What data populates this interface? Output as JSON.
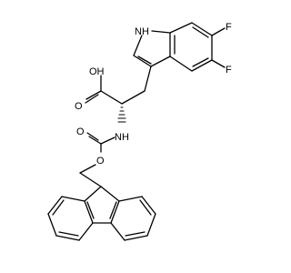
{
  "labels": {
    "oh": "OH",
    "o_carbonyl_acid": "O",
    "nh_amide": "NH",
    "o_carbonyl_carbamate": "O",
    "o_ester": "O",
    "nh_indole": "NH",
    "f_top": "F",
    "f_bottom": "F"
  },
  "colors": {
    "bond": "#000000",
    "background": "#ffffff"
  }
}
